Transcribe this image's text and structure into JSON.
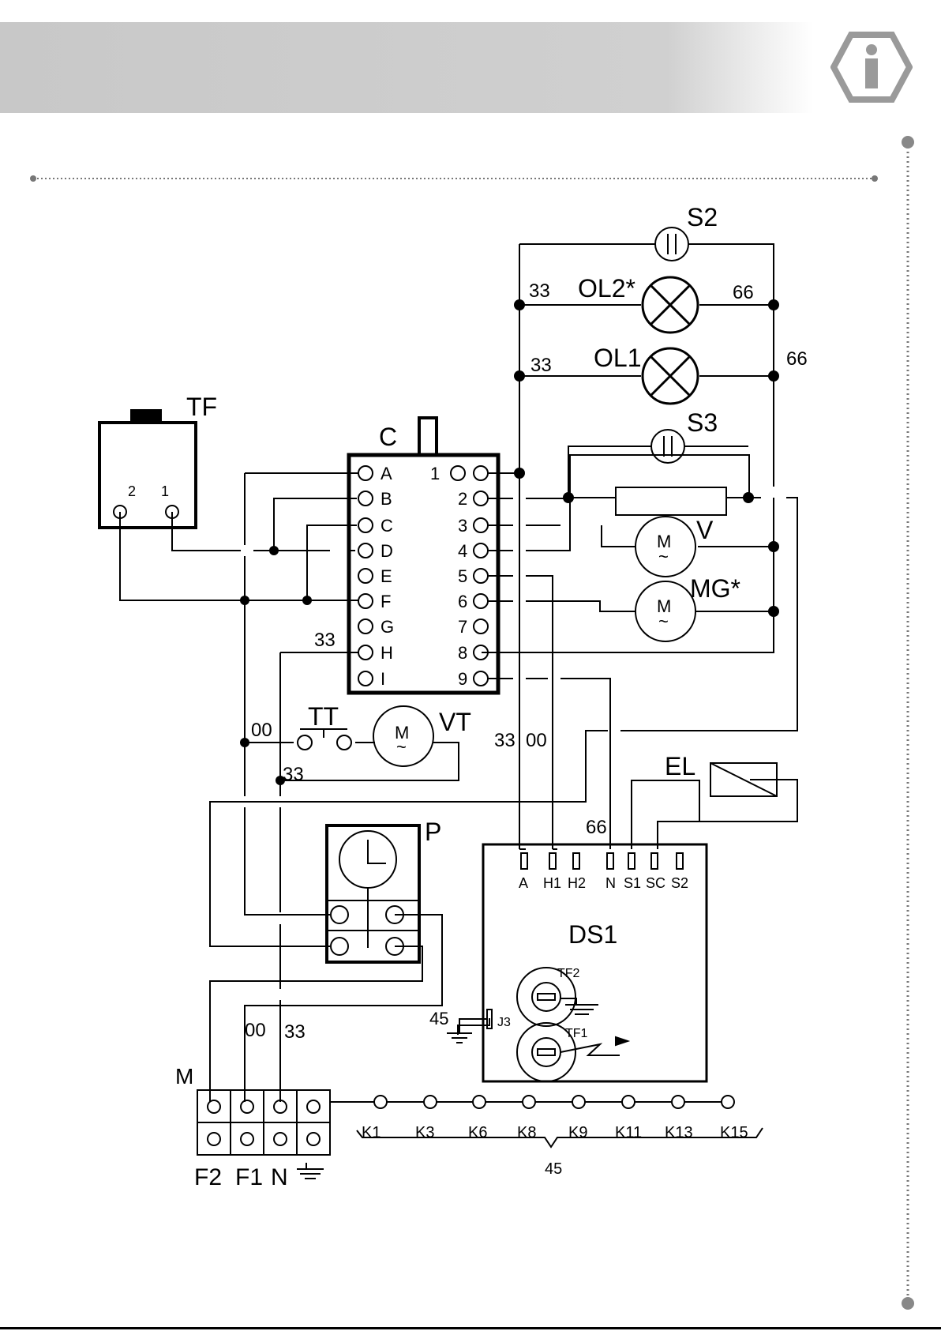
{
  "labels": {
    "TF": "TF",
    "TF_pin2": "2",
    "TF_pin1": "1",
    "C": "C",
    "C_A": "A",
    "C_B": "B",
    "C_C": "C",
    "C_D": "D",
    "C_E": "E",
    "C_F": "F",
    "C_G": "G",
    "C_H": "H",
    "C_I": "I",
    "C_1": "1",
    "C_2": "2",
    "C_3": "3",
    "C_4": "4",
    "C_5": "5",
    "C_6": "6",
    "C_7": "7",
    "C_8": "8",
    "C_9": "9",
    "S2": "S2",
    "S3": "S3",
    "OL2": "OL2*",
    "OL1": "OL1",
    "w33_ol2": "33",
    "w66_ol2": "66",
    "w33_ol1": "33",
    "w66_ol1": "66",
    "V": "V",
    "MG": "MG*",
    "motor_M": "M",
    "motor_tilde": "~",
    "w33_h": "33",
    "w00_tt": "00",
    "TT": "TT",
    "VT": "VT",
    "w33_vt": "33",
    "w33_mid": "33",
    "w00_mid": "00",
    "w66_ds": "66",
    "EL": "EL",
    "P": "P",
    "DS1": "DS1",
    "DS_A": "A",
    "DS_H1": "H1",
    "DS_H2": "H2",
    "DS_N": "N",
    "DS_S1": "S1",
    "DS_SC": "SC",
    "DS_S2": "S2",
    "TF2": "TF2",
    "TF1": "TF1",
    "J3": "J3",
    "w45": "45",
    "w00_m": "00",
    "w33_m": "33",
    "M": "M",
    "F2": "F2",
    "F1": "F1",
    "N": "N",
    "K1": "K1",
    "K3": "K3",
    "K6": "K6",
    "K8": "K8",
    "K9": "K9",
    "K11": "K11",
    "K13": "K13",
    "K15": "K15",
    "k45": "45"
  }
}
